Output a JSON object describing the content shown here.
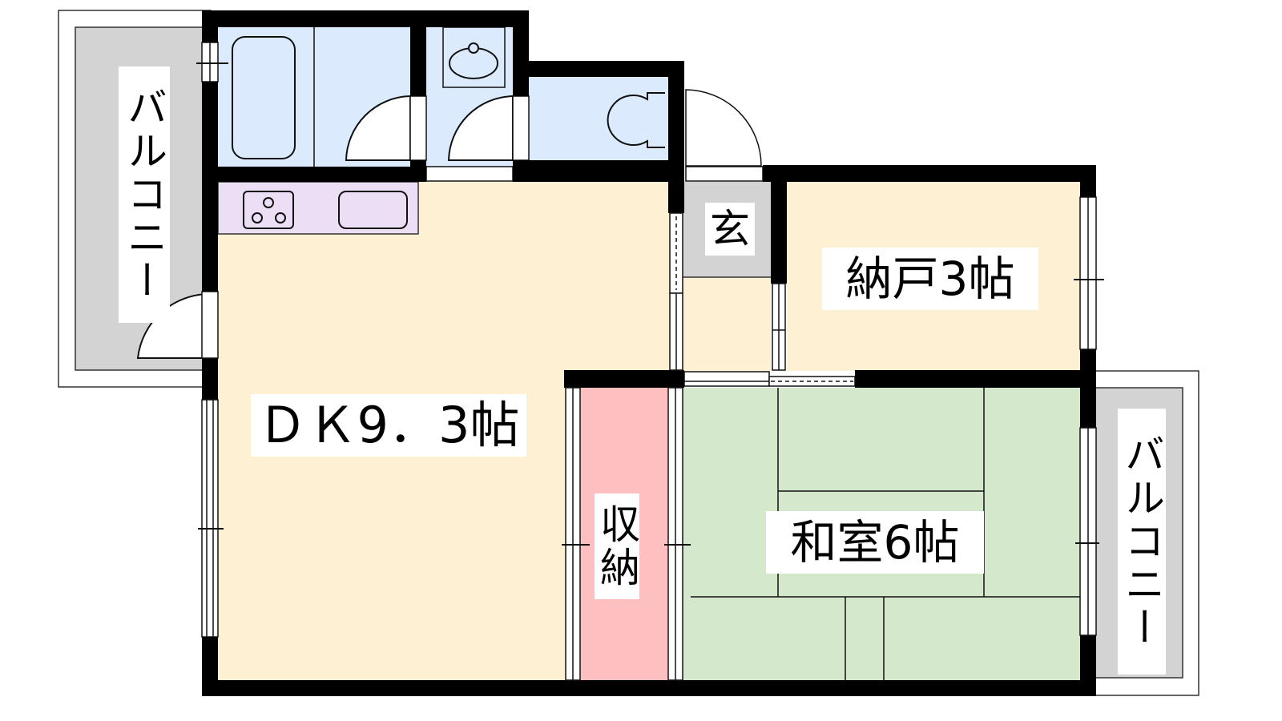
{
  "floorplan": {
    "title": "1SDK floor plan",
    "colors": {
      "wall": "#000000",
      "wet_area": "#dbeafc",
      "kitchen_counter": "#ecdef5",
      "dk_floor": "#fdf0d3",
      "storage": "#fdbfbf",
      "tatami": "#d4e8cc",
      "entrance": "#d3d3d3",
      "balcony": "#d3d3d3"
    },
    "rooms": {
      "dk": {
        "label": "ＤＫ9．3帖",
        "name": "Dining Kitchen",
        "size_jo": 9.3
      },
      "nando": {
        "label": "納戸3帖",
        "name": "Storeroom",
        "size_jo": 3
      },
      "washitsu": {
        "label": "和室6帖",
        "name": "Japanese-style room",
        "size_jo": 6
      },
      "shuno": {
        "label": "収納",
        "name": "Closet"
      },
      "genkan": {
        "label": "玄",
        "name": "Entrance"
      },
      "balcony_left": {
        "label": "バルコニー",
        "name": "Balcony"
      },
      "balcony_right": {
        "label": "バルコニー",
        "name": "Balcony"
      }
    },
    "fixtures": [
      "bathtub",
      "washbasin",
      "toilet",
      "gas-stove-3-burner",
      "kitchen-sink"
    ]
  }
}
